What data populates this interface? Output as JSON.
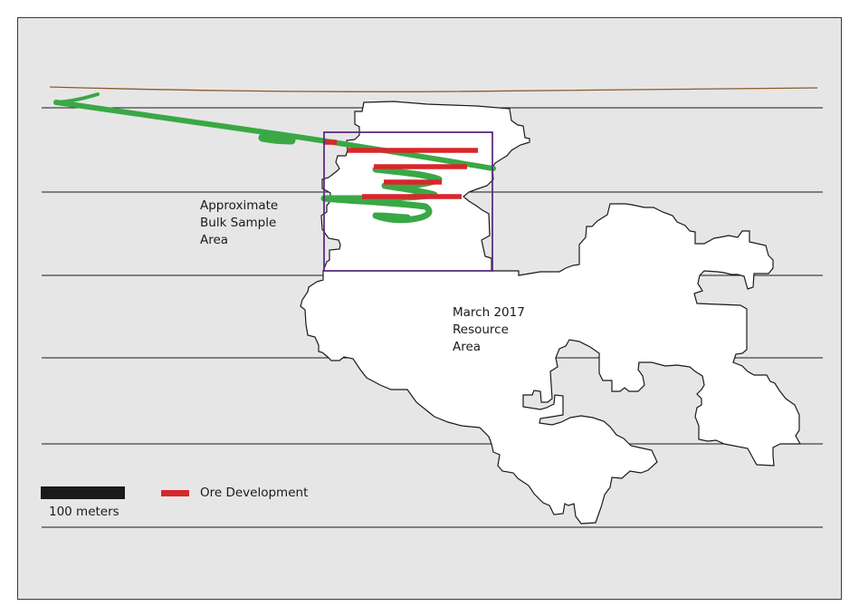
{
  "labels": {
    "bulk_sample": [
      "Approximate",
      "Bulk Sample",
      "Area"
    ],
    "resource": [
      "March 2017",
      "Resource",
      "Area"
    ]
  },
  "legend": {
    "scale_text": "100 meters",
    "ore_text": "Ore Development"
  },
  "colors": {
    "background": "#e6e6e7",
    "ore_development": "#d9262c",
    "drift": "#3aa845",
    "bulk_sample_box": "#5a2d82",
    "surface_line": "#8b5a2b",
    "level_lines": "#1a1a1a"
  }
}
